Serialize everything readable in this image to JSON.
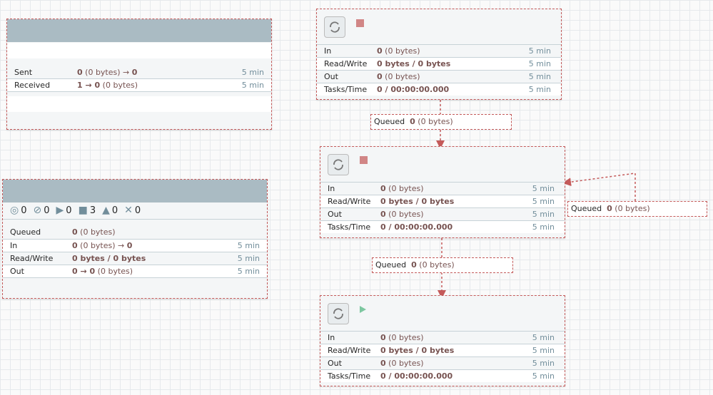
{
  "remote_group": {
    "rows": [
      {
        "label": "Sent",
        "value_bold": "0",
        "value_rest": " (0 bytes) → ",
        "value_tail": "0",
        "period": "5 min"
      },
      {
        "label": "Received",
        "value_bold": "1 → 0",
        "value_rest": " (0 bytes)",
        "value_tail": "",
        "period": "5 min"
      }
    ]
  },
  "process_group": {
    "status": [
      {
        "icon": "transmitting-icon",
        "glyph": "◎",
        "count": "0"
      },
      {
        "icon": "not-transmitting-icon",
        "glyph": "⊘",
        "count": "0"
      },
      {
        "icon": "running-icon",
        "glyph": "▶",
        "count": "0"
      },
      {
        "icon": "stopped-icon",
        "glyph": "■",
        "count": "3"
      },
      {
        "icon": "invalid-icon",
        "glyph": "▲",
        "count": "0"
      },
      {
        "icon": "disabled-icon",
        "glyph": "✕",
        "count": "0"
      }
    ],
    "queued": {
      "label": "Queued",
      "value_bold": "0",
      "value_rest": " (0 bytes)"
    },
    "rows": [
      {
        "label": "In",
        "value_bold": "0",
        "value_rest": " (0 bytes) → ",
        "value_tail": "0",
        "period": "5 min"
      },
      {
        "label": "Read/Write",
        "value_bold": "0 bytes / 0 bytes",
        "value_rest": "",
        "value_tail": "",
        "period": "5 min"
      },
      {
        "label": "Out",
        "value_bold": "0 → 0",
        "value_rest": " (0 bytes)",
        "value_tail": "",
        "period": "5 min"
      }
    ]
  },
  "processors": [
    {
      "state": "stopped",
      "rows": [
        {
          "label": "In",
          "value_bold": "0",
          "value_rest": " (0 bytes)",
          "period": "5 min"
        },
        {
          "label": "Read/Write",
          "value_bold": "0 bytes / 0 bytes",
          "value_rest": "",
          "period": "5 min"
        },
        {
          "label": "Out",
          "value_bold": "0",
          "value_rest": " (0 bytes)",
          "period": "5 min"
        },
        {
          "label": "Tasks/Time",
          "value_bold": "0 / 00:00:00.000",
          "value_rest": "",
          "period": "5 min"
        }
      ]
    },
    {
      "state": "stopped",
      "rows": [
        {
          "label": "In",
          "value_bold": "0",
          "value_rest": " (0 bytes)",
          "period": "5 min"
        },
        {
          "label": "Read/Write",
          "value_bold": "0 bytes / 0 bytes",
          "value_rest": "",
          "period": "5 min"
        },
        {
          "label": "Out",
          "value_bold": "0",
          "value_rest": " (0 bytes)",
          "period": "5 min"
        },
        {
          "label": "Tasks/Time",
          "value_bold": "0 / 00:00:00.000",
          "value_rest": "",
          "period": "5 min"
        }
      ]
    },
    {
      "state": "running",
      "rows": [
        {
          "label": "In",
          "value_bold": "0",
          "value_rest": " (0 bytes)",
          "period": "5 min"
        },
        {
          "label": "Read/Write",
          "value_bold": "0 bytes / 0 bytes",
          "value_rest": "",
          "period": "5 min"
        },
        {
          "label": "Out",
          "value_bold": "0",
          "value_rest": " (0 bytes)",
          "period": "5 min"
        },
        {
          "label": "Tasks/Time",
          "value_bold": "0 / 00:00:00.000",
          "value_rest": "",
          "period": "5 min"
        }
      ]
    }
  ],
  "connections": [
    {
      "label": "Queued",
      "value_bold": "0",
      "value_rest": " (0 bytes)"
    },
    {
      "label": "Queued",
      "value_bold": "0",
      "value_rest": " (0 bytes)"
    },
    {
      "label": "Queued",
      "value_bold": "0",
      "value_rest": " (0 bytes)"
    }
  ],
  "colors": {
    "header": "#aabbc3",
    "border": "#c45a5a",
    "value": "#775351",
    "period": "#728e9b",
    "stopped": "#d18686",
    "running": "#7dc7a0"
  }
}
